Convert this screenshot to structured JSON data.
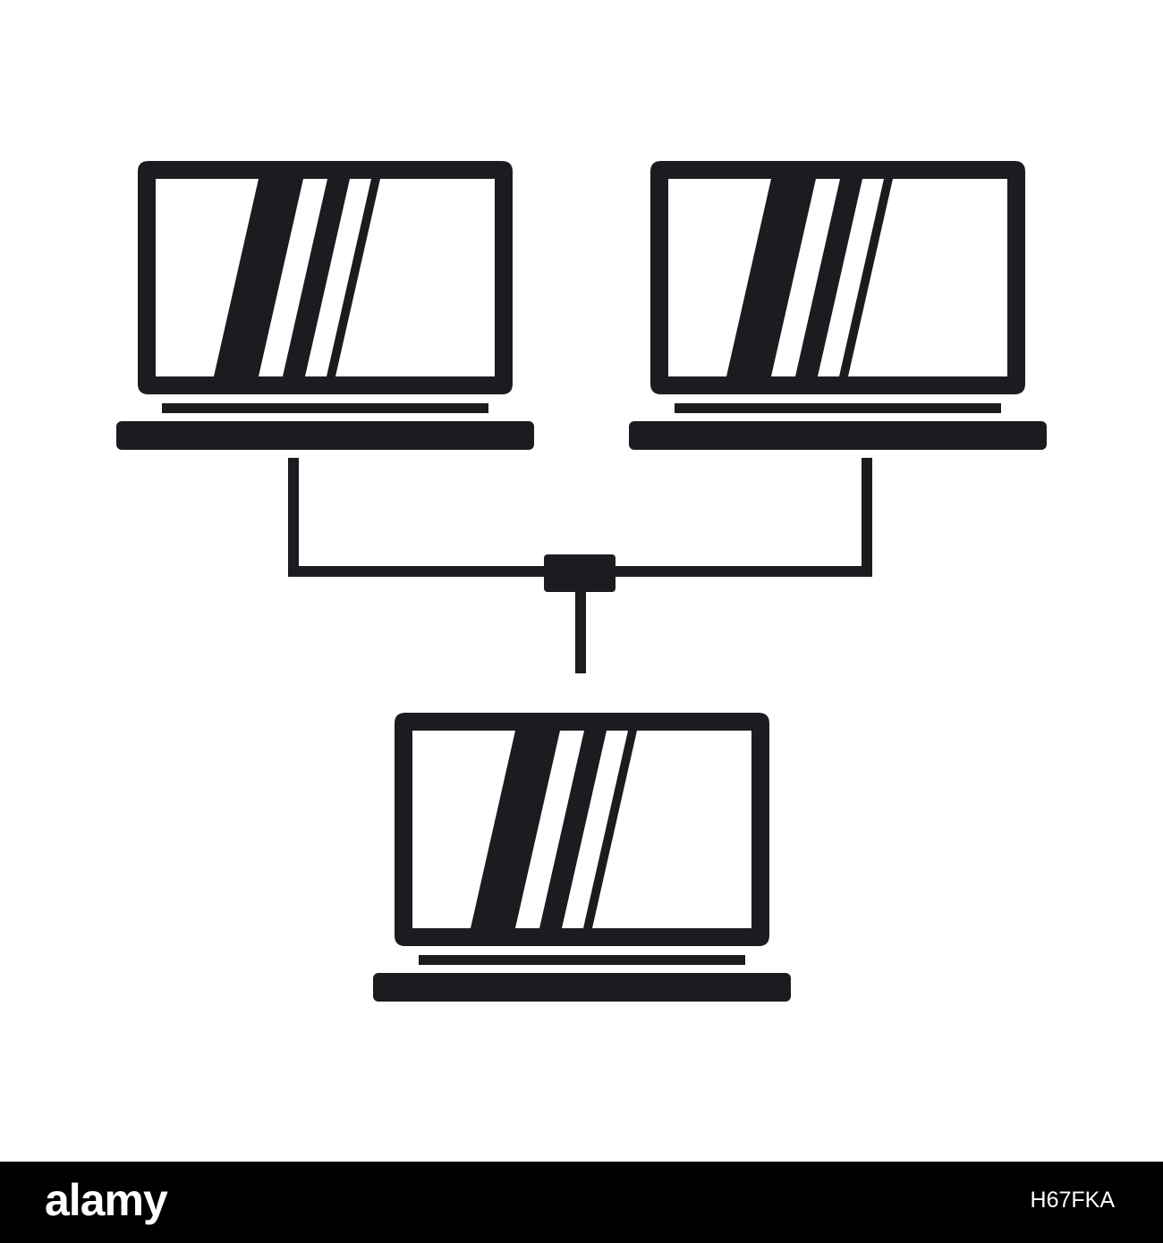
{
  "diagram": {
    "nodes": [
      {
        "id": "laptop-left",
        "icon": "laptop-icon"
      },
      {
        "id": "laptop-right",
        "icon": "laptop-icon"
      },
      {
        "id": "laptop-bottom",
        "icon": "laptop-icon"
      }
    ],
    "hub": {
      "icon": "network-hub-icon"
    },
    "edges": [
      {
        "from": "laptop-left",
        "to": "hub"
      },
      {
        "from": "laptop-right",
        "to": "hub"
      },
      {
        "from": "hub",
        "to": "laptop-bottom"
      }
    ],
    "colors": {
      "ink": "#1a1c1f",
      "background": "#ffffff"
    }
  },
  "footer": {
    "brand": "alamy",
    "stock_id": "H67FKA",
    "colors": {
      "bar": "#000000",
      "text": "#ffffff"
    }
  }
}
